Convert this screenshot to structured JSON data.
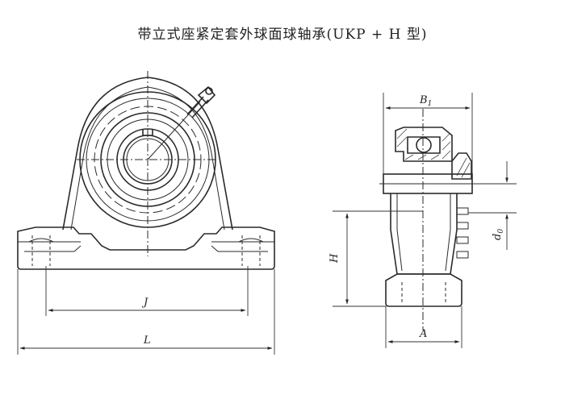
{
  "title": "带立式座紧定套外球面球轴承(UKP + H 型)",
  "labels": {
    "B1_main": "B",
    "B1_sub": "1",
    "d0_main": "d",
    "d0_sub": "0",
    "H": "H",
    "A": "A",
    "J": "J",
    "L": "L"
  }
}
